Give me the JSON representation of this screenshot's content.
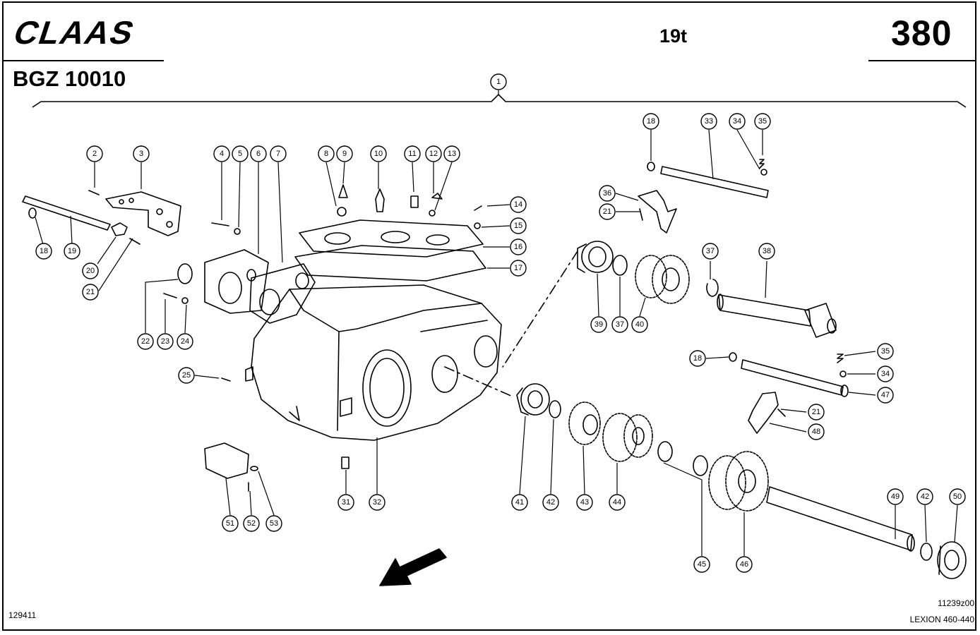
{
  "header": {
    "brand": "CLAAS",
    "weight": "19t",
    "page_number": "380",
    "model_code": "BGZ 10010"
  },
  "footer": {
    "image_code": "129411",
    "drawing_code": "11239z00",
    "series": "LEXION 460-440"
  },
  "callouts": {
    "c1": "1",
    "c2": "2",
    "c3": "3",
    "c4": "4",
    "c5": "5",
    "c6": "6",
    "c7": "7",
    "c8": "8",
    "c9": "9",
    "c10": "10",
    "c11": "11",
    "c12": "12",
    "c13": "13",
    "c14": "14",
    "c15": "15",
    "c16": "16",
    "c17": "17",
    "c18a": "18",
    "c18b": "18",
    "c18c": "18",
    "c19": "19",
    "c20": "20",
    "c21a": "21",
    "c21b": "21",
    "c21c": "21",
    "c22": "22",
    "c23": "23",
    "c24": "24",
    "c25": "25",
    "c31": "31",
    "c32": "32",
    "c33": "33",
    "c34a": "34",
    "c34b": "34",
    "c35a": "35",
    "c35b": "35",
    "c36": "36",
    "c37a": "37",
    "c37b": "37",
    "c38": "38",
    "c39": "39",
    "c40": "40",
    "c41": "41",
    "c42a": "42",
    "c42b": "42",
    "c43": "43",
    "c44": "44",
    "c45": "45",
    "c46": "46",
    "c47": "47",
    "c48": "48",
    "c49": "49",
    "c50": "50",
    "c51": "51",
    "c52": "52",
    "c53": "53"
  }
}
